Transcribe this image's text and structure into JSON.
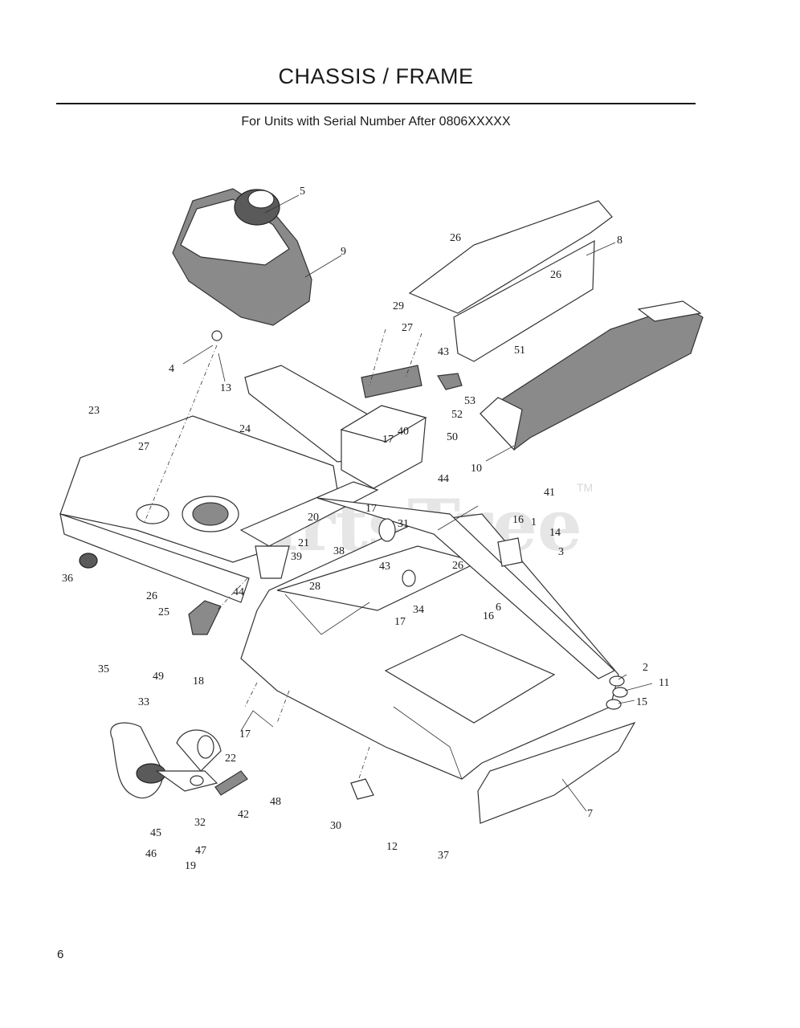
{
  "page": {
    "title": "CHASSIS / FRAME",
    "subtitle": "For Units with Serial Number After 0806XXXXX",
    "page_number": "6"
  },
  "watermark": {
    "text": "PartsTree",
    "trademark": "TM"
  },
  "callouts": {
    "c5": "5",
    "c9": "9",
    "c4": "4",
    "c13": "13",
    "c26a": "26",
    "c8": "8",
    "c26b": "26",
    "c29": "29",
    "c27a": "27",
    "c43a": "43",
    "c51": "51",
    "c53": "53",
    "c52": "52",
    "c40": "40",
    "c17a": "17",
    "c50": "50",
    "c10": "10",
    "c23": "23",
    "c27b": "27",
    "c24": "24",
    "c44a": "44",
    "c41": "41",
    "c17b": "17",
    "c31": "31",
    "c16a": "16",
    "c1": "1",
    "c14": "14",
    "c3": "3",
    "c20": "20",
    "c38": "38",
    "c21": "21",
    "c39": "39",
    "c43b": "43",
    "c36": "36",
    "c26c": "26",
    "c44b": "44",
    "c28": "28",
    "c26d": "26",
    "c34": "34",
    "c6": "6",
    "c16b": "16",
    "c17c": "17",
    "c25": "25",
    "c2": "2",
    "c11": "11",
    "c15": "15",
    "c35": "35",
    "c49": "49",
    "c18": "18",
    "c33": "33",
    "c22": "22",
    "c17d": "17",
    "c42": "42",
    "c48": "48",
    "c32": "32",
    "c45": "45",
    "c47": "47",
    "c46": "46",
    "c19": "19",
    "c30": "30",
    "c12": "12",
    "c37": "37",
    "c7": "7"
  }
}
